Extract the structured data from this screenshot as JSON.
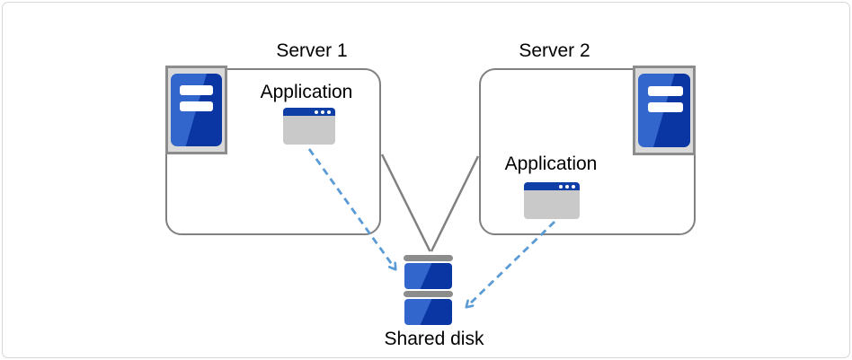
{
  "diagram": {
    "servers": [
      {
        "label": "Server 1",
        "application_label": "Application"
      },
      {
        "label": "Server 2",
        "application_label": "Application"
      }
    ],
    "shared_disk": {
      "label": "Shared disk"
    },
    "connections": [
      {
        "from": "Server 1",
        "to": "Shared disk",
        "style": "solid-line"
      },
      {
        "from": "Server 2",
        "to": "Shared disk",
        "style": "solid-line"
      },
      {
        "from": "Application on Server 1",
        "to": "Shared disk",
        "style": "dashed-arrow"
      },
      {
        "from": "Application on Server 2",
        "to": "Shared disk",
        "style": "dashed-arrow"
      }
    ],
    "icons": [
      "server-icon",
      "application-window-icon",
      "shared-disk-icon"
    ],
    "colors": {
      "blue_light": "#3366cc",
      "blue_dark": "#0a36a3",
      "window_titlebar_blue": "#0f3fa6",
      "window_body_gray": "#c9c9c9",
      "icon_panel_gray": "#d9d9d9",
      "connector_gray": "#808080",
      "arrow_blue": "#5b9bd5"
    }
  }
}
